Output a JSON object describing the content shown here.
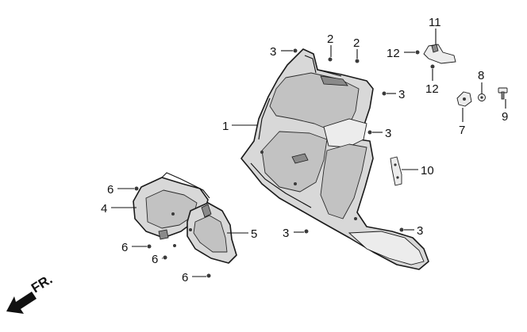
{
  "callouts": [
    {
      "id": "c1",
      "label": "1"
    },
    {
      "id": "c2a",
      "label": "2"
    },
    {
      "id": "c2b",
      "label": "2"
    },
    {
      "id": "c3a",
      "label": "3"
    },
    {
      "id": "c3b",
      "label": "3"
    },
    {
      "id": "c3c",
      "label": "3"
    },
    {
      "id": "c3d",
      "label": "3"
    },
    {
      "id": "c3e",
      "label": "3"
    },
    {
      "id": "c4",
      "label": "4"
    },
    {
      "id": "c5",
      "label": "5"
    },
    {
      "id": "c6a",
      "label": "6"
    },
    {
      "id": "c6b",
      "label": "6"
    },
    {
      "id": "c6c",
      "label": "6"
    },
    {
      "id": "c6d",
      "label": "6"
    },
    {
      "id": "c7",
      "label": "7"
    },
    {
      "id": "c8",
      "label": "8"
    },
    {
      "id": "c9",
      "label": "9"
    },
    {
      "id": "c10",
      "label": "10"
    },
    {
      "id": "c11",
      "label": "11"
    },
    {
      "id": "c12a",
      "label": "12"
    },
    {
      "id": "c12b",
      "label": "12"
    }
  ],
  "direction_label": "FR.",
  "colors": {
    "line": "#111111",
    "part_fill": "#d8d8d8",
    "part_shadow": "#c2c2c2",
    "background": "#ffffff"
  }
}
